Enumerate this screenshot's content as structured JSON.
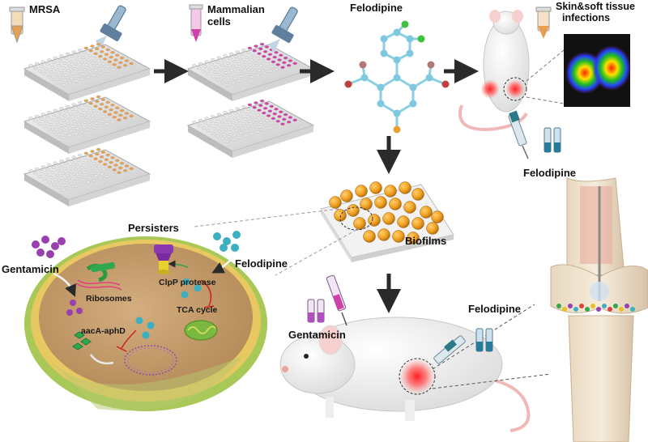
{
  "labels": {
    "mrsa": "MRSA",
    "mammalian_line1": "Mammalian",
    "mammalian_line2": "cells",
    "felodipine_top": "Felodipine",
    "skin_line1": "Skin&soft tissue",
    "skin_line2": "infections",
    "felodipine_right": "Felodipine",
    "persisters": "Persisters",
    "gentamicin_left": "Gentamicin",
    "felodipine_cell": "Felodipine",
    "ribosomes": "Ribosomes",
    "clpp": "ClpP protease",
    "tca": "TCA cycle",
    "aaca": "aacA-aphD",
    "biofilms": "Biofilms",
    "gentamicin_mid": "Gentamicin",
    "felodipine_mouse": "Felodipine"
  },
  "colors": {
    "mrsa_fluid": "#e8a050",
    "mammalian_fluid": "#d040a8",
    "arrow": "#2a2a2a",
    "cell_wall": "#e8c860",
    "cell_interior": "#c8a070",
    "biofilm_ball": "#f0a020",
    "molecule_carbon": "#7ec8e0",
    "gentamicin": "#9a3fb0",
    "felodipine_dot": "#3ab0c0",
    "infection": "#ff3030"
  },
  "icons": [
    "pipette-icon",
    "tube-icon",
    "well-plate-icon",
    "mouse-icon",
    "syringe-icon",
    "vial-icon",
    "molecule-icon",
    "knee-bone-icon",
    "heatmap-icon"
  ]
}
